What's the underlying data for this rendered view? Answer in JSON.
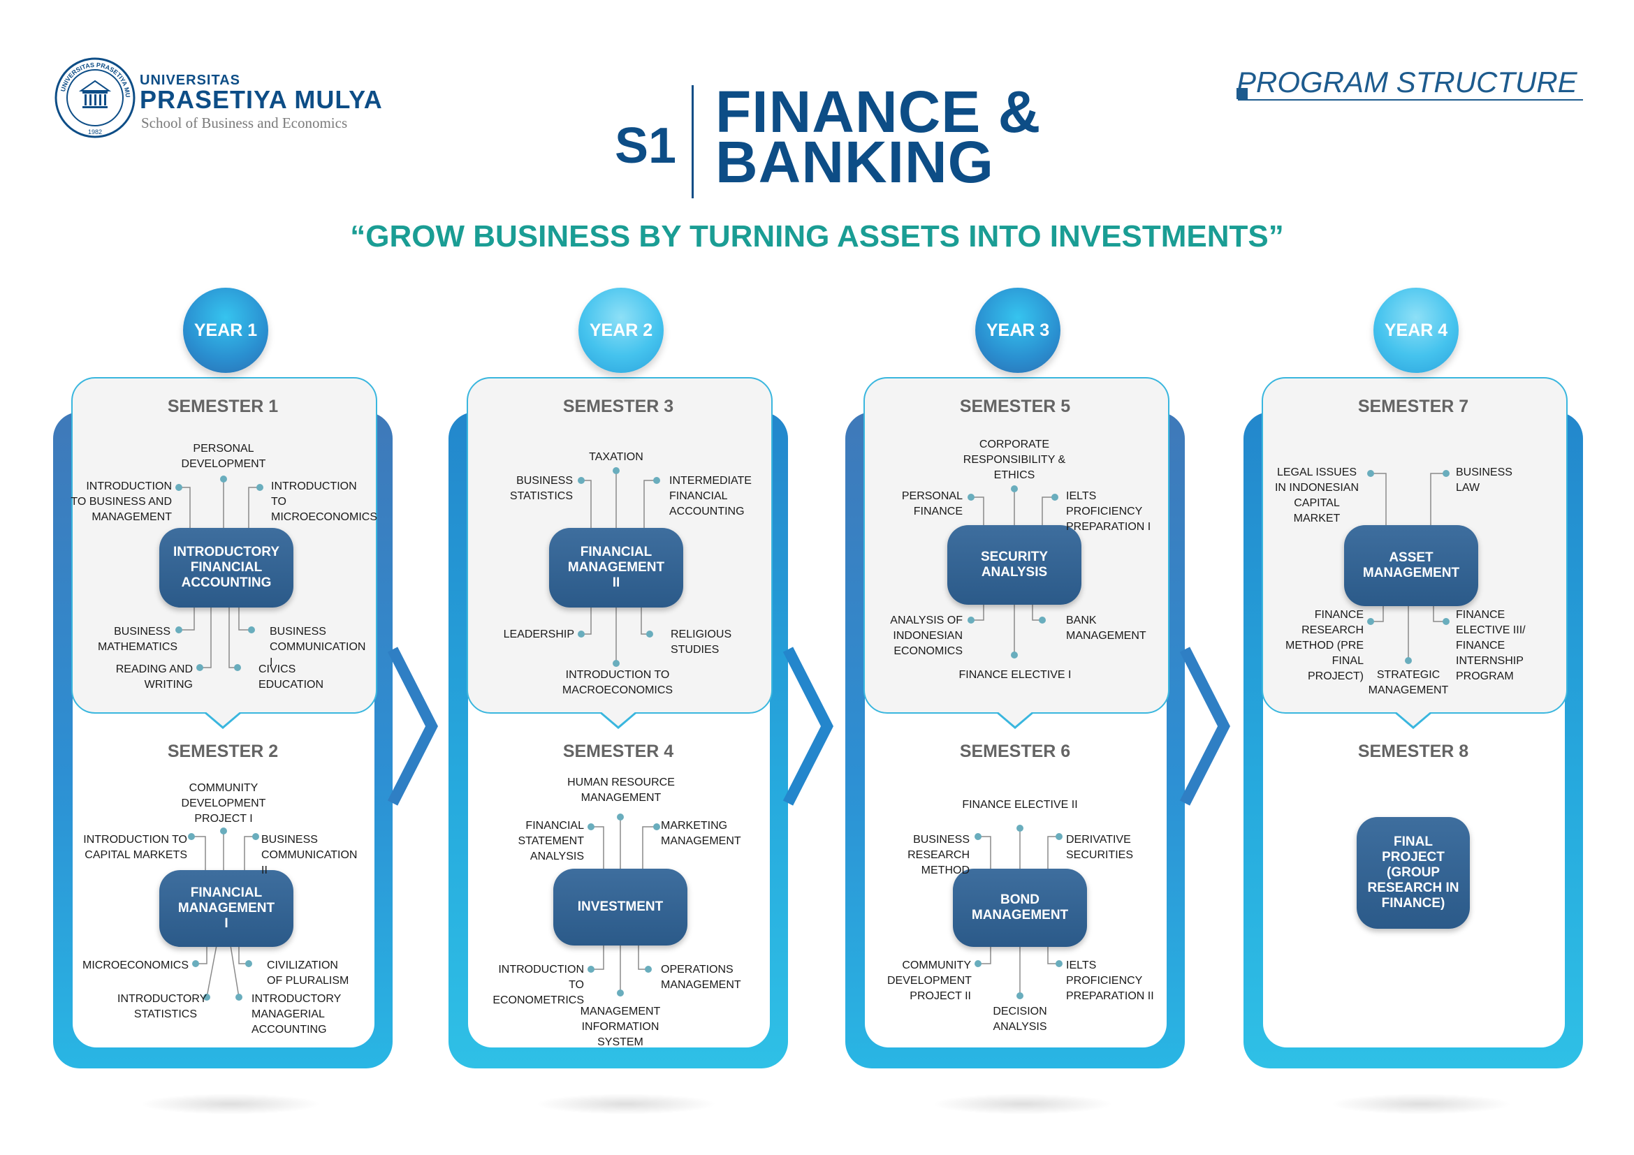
{
  "logo": {
    "line1": "UNIVERSITAS",
    "line2": "PRASETIYA MULYA",
    "line3": "School of Business and Economics",
    "seal_text": "UNIVERSITAS PRASETIYA MULYA",
    "seal_year": "1982"
  },
  "header": {
    "program_structure": "PROGRAM STRUCTURE",
    "degree": "S1",
    "title_line1": "FINANCE &",
    "title_line2": "BANKING",
    "tagline": "“GROW BUSINESS BY TURNING ASSETS INTO INVESTMENTS”"
  },
  "years": [
    {
      "label": "YEAR 1",
      "sem_a": "SEMESTER 1",
      "sem_b": "SEMESTER 2",
      "a_core": "INTRODUCTORY FINANCIAL ACCOUNTING",
      "a_items": [
        "PERSONAL DEVELOPMENT",
        "INTRODUCTION TO BUSINESS AND MANAGEMENT",
        "INTRODUCTION TO MICROECONOMICS",
        "BUSINESS MATHEMATICS",
        "BUSINESS COMMUNICATION I",
        "READING AND WRITING",
        "CIVICS EDUCATION"
      ],
      "b_core": "FINANCIAL MANAGEMENT I",
      "b_items": [
        "COMMUNITY DEVELOPMENT PROJECT I",
        "INTRODUCTION TO CAPITAL MARKETS",
        "BUSINESS COMMUNICATION II",
        "MICROECONOMICS",
        "CIVILIZATION OF PLURALISM",
        "INTRODUCTORY STATISTICS",
        "INTRODUCTORY MANAGERIAL ACCOUNTING"
      ]
    },
    {
      "label": "YEAR 2",
      "sem_a": "SEMESTER 3",
      "sem_b": "SEMESTER 4",
      "a_core": "FINANCIAL MANAGEMENT II",
      "a_items": [
        "TAXATION",
        "BUSINESS STATISTICS",
        "INTERMEDIATE FINANCIAL ACCOUNTING",
        "LEADERSHIP",
        "RELIGIOUS STUDIES",
        "INTRODUCTION TO MACROECONOMICS"
      ],
      "b_core": "INVESTMENT",
      "b_items": [
        "HUMAN RESOURCE MANAGEMENT",
        "FINANCIAL STATEMENT ANALYSIS",
        "MARKETING MANAGEMENT",
        "INTRODUCTION TO ECONOMETRICS",
        "OPERATIONS MANAGEMENT",
        "MANAGEMENT INFORMATION SYSTEM"
      ]
    },
    {
      "label": "YEAR 3",
      "sem_a": "SEMESTER 5",
      "sem_b": "SEMESTER 6",
      "a_core": "SECURITY ANALYSIS",
      "a_items": [
        "CORPORATE RESPONSIBILITY & ETHICS",
        "PERSONAL FINANCE",
        "IELTS PROFICIENCY PREPARATION I",
        "ANALYSIS OF INDONESIAN ECONOMICS",
        "BANK MANAGEMENT",
        "FINANCE ELECTIVE I"
      ],
      "b_core": "BOND MANAGEMENT",
      "b_items": [
        "FINANCE ELECTIVE II",
        "BUSINESS RESEARCH METHOD",
        "DERIVATIVE SECURITIES",
        "COMMUNITY DEVELOPMENT PROJECT II",
        "IELTS PROFICIENCY PREPARATION II",
        "DECISION ANALYSIS"
      ]
    },
    {
      "label": "YEAR 4",
      "sem_a": "SEMESTER 7",
      "sem_b": "SEMESTER 8",
      "a_core": "ASSET MANAGEMENT",
      "a_items": [
        "LEGAL ISSUES IN INDONESIAN CAPITAL MARKET",
        "BUSINESS LAW",
        "FINANCE RESEARCH METHOD (PRE FINAL PROJECT)",
        "FINANCE ELECTIVE III/ FINANCE INTERNSHIP PROGRAM",
        "STRATEGIC MANAGEMENT"
      ],
      "b_core": "FINAL PROJECT (GROUP RESEARCH IN FINANCE)",
      "b_items": []
    }
  ],
  "colors": {
    "navy": "#0d4d86",
    "teal": "#1a9d94",
    "core_box": "#2b5a89",
    "accent_cyan": "#39b6de"
  }
}
